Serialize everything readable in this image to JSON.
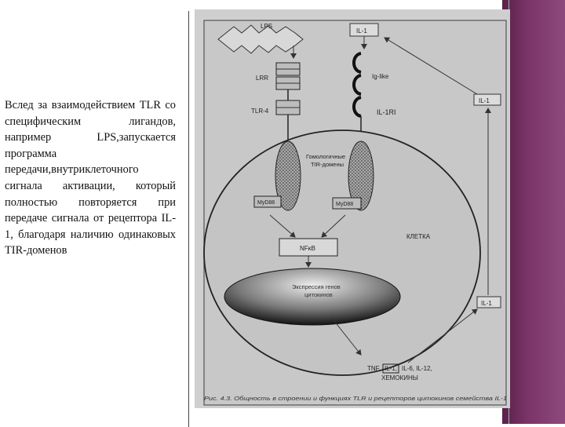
{
  "slide": {
    "body_text": "Вслед за взаимодействием TLR со специфическим лигандов, например LPS,запускается программа передачи,внутриклеточного сигнала активации, который полностью повторяется при передаче сигнала от рецептора IL-1, благодаря наличию одинаковых TIR-доменов"
  },
  "diagram": {
    "lps": "LPS",
    "il1_top": "IL-1",
    "lrr": "LRR",
    "ig_like": "Ig-like",
    "tlr4": "TLR-4",
    "il1ri": "IL-1RI",
    "il1_right_top": "IL-1",
    "tir_domains": "Гомологичные\nTIR-домены",
    "myd88_left": "MyD88",
    "myd88_right": "MyD88",
    "cell": "КЛЕТКА",
    "nfkb": "NFκB",
    "nucleus": "Экспрессия генов\nцитокинов",
    "il1_right_bottom": "IL-1",
    "output_line1_a": "TNF,",
    "output_line1_b": "IL-1,",
    "output_line1_c": "IL-6, IL-12,",
    "output_line2": "ХЕМОКИНЫ",
    "caption": "Рис. 4.3. Общность в строении и функциях TLR и рецепторов цитокинов семейства IL-1"
  },
  "colors": {
    "band": "#7a3468",
    "photo_bg": "#cfcfcf",
    "ink": "#222222"
  }
}
